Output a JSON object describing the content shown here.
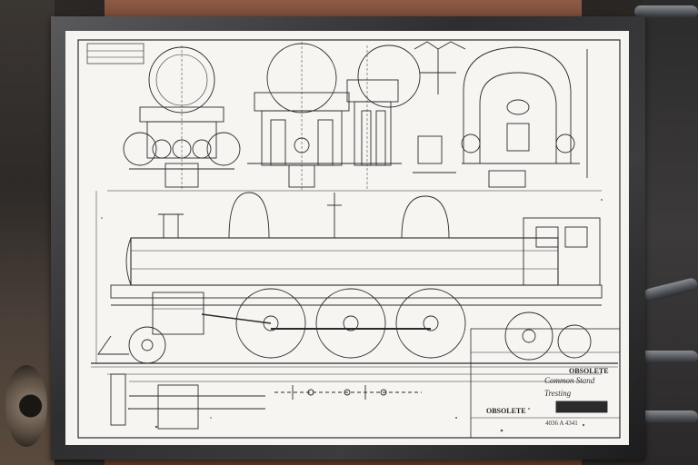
{
  "scene": {
    "subject": "framed-locomotive-blueprint",
    "colors": {
      "paper": "#f6f5f2",
      "ink": "#2b2b2b",
      "frame": "#3c3c3e",
      "board": "#8e5a44"
    }
  },
  "drawing": {
    "stamp_obsolete_primary": "OBSOLETE",
    "stamp_obsolete_secondary": "OBSOLETE",
    "legend_line1": "Common Stand",
    "legend_line2": "Tresting",
    "drawing_number": "4036 A 4341"
  }
}
